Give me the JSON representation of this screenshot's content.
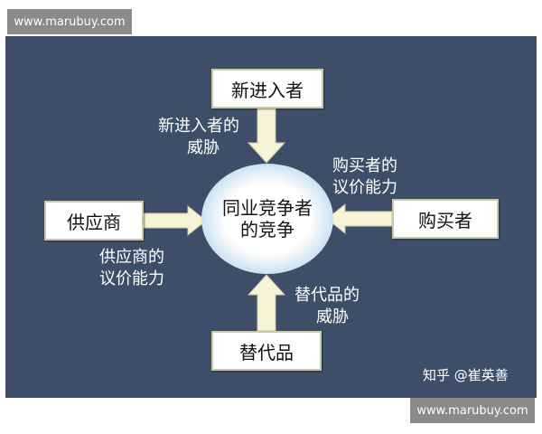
{
  "watermark": {
    "top": "www.marubuy.com",
    "bottom": "www.marubuy.com"
  },
  "diagram": {
    "center_line1": "同业竞争者",
    "center_line2": "的竞争",
    "top_box": "新进入者",
    "left_box": "供应商",
    "right_box": "购买者",
    "bottom_box": "替代品",
    "label_new_line1": "新进入者的",
    "label_new_line2": "威胁",
    "label_buyer_line1": "购买者的",
    "label_buyer_line2": "议价能力",
    "label_supplier_line1": "供应商的",
    "label_supplier_line2": "议价能力",
    "label_sub_line1": "替代品的",
    "label_sub_line2": "威胁",
    "credit": "知乎 @崔英善"
  },
  "colors": {
    "panel": "#3f4e68",
    "arrow": "#f7f3d6",
    "box_border": "#c9c9a8",
    "ellipse_edge": "#cfe3f2"
  }
}
